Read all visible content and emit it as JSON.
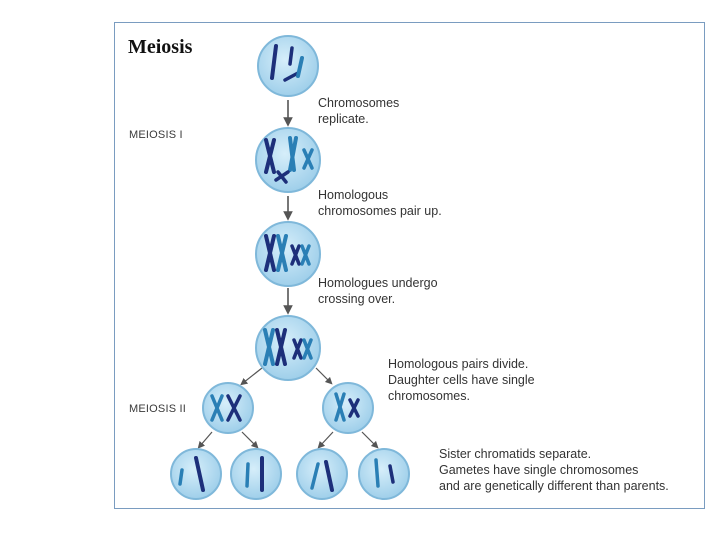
{
  "title": "Meiosis",
  "stages": {
    "meiosis_one": "MEIOSIS I",
    "meiosis_two": "MEIOSIS II"
  },
  "captions": {
    "replicate": [
      "Chromosomes",
      "replicate."
    ],
    "pair_up": [
      "Homologous",
      "chromosomes pair up."
    ],
    "crossing": [
      "Homologues undergo",
      "crossing over."
    ],
    "divide": [
      "Homologous pairs divide.",
      "Daughter cells have single",
      "chromosomes."
    ],
    "separate": [
      "Sister chromatids separate.",
      "Gametes have single chromosomes",
      "and are genetically different than parents."
    ]
  },
  "colors": {
    "cell_fill": "#b8dcf0",
    "cell_edge": "#7fb8da",
    "chromosome_dark": "#1d2f7a",
    "chromosome_light": "#2a7fb5",
    "arrow": "#555555"
  }
}
